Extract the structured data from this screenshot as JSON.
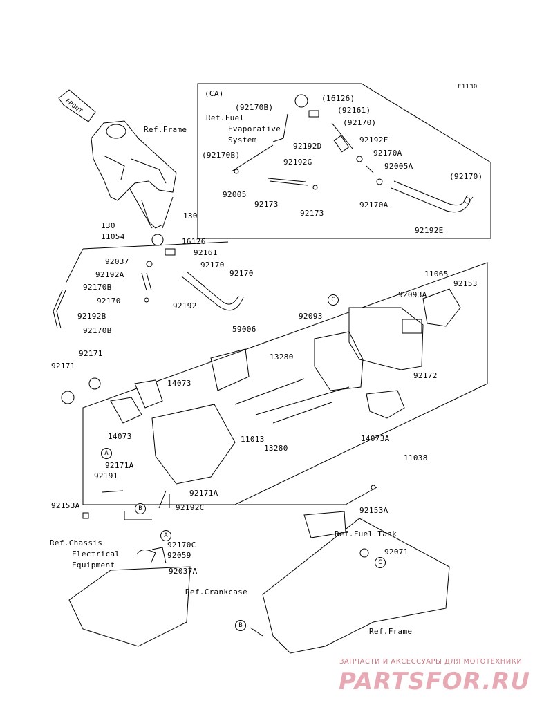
{
  "code": "E1130",
  "ca_title": "(CA)",
  "front_label": "FRONT",
  "refs": {
    "frame_top": "Ref.Frame",
    "fuel_evap_1": "Ref.Fuel",
    "fuel_evap_2": "Evaporative",
    "fuel_evap_3": "System",
    "fuel_tank": "Ref.Fuel Tank",
    "chassis_1": "Ref.Chassis",
    "chassis_2": "Electrical",
    "chassis_3": "Equipment",
    "crankcase": "Ref.Crankcase",
    "frame_bottom": "Ref.Frame"
  },
  "ca_parts": {
    "p16126": "(16126)",
    "p92170b_top": "(92170B)",
    "p92161": "(92161)",
    "p92170": "(92170)",
    "p92192d": "92192D",
    "p92192f": "92192F",
    "p92170b_left": "(92170B)",
    "p92192g": "92192G",
    "p92170a_1": "92170A",
    "p92005a": "92005A",
    "p92170_right": "(92170)",
    "p92005": "92005",
    "p92173_1": "92173",
    "p92173_2": "92173",
    "p92170a_2": "92170A",
    "p92192e": "92192E"
  },
  "parts": {
    "p130_r": "130",
    "p130_l": "130",
    "p11054": "11054",
    "p16126": "16126",
    "p92161": "92161",
    "p92037": "92037",
    "p92170_a": "92170",
    "p92192a": "92192A",
    "p92170b_1": "92170B",
    "p92170_b": "92170",
    "p92170_c": "92170",
    "p92192": "92192",
    "p92192b": "92192B",
    "p92170b_2": "92170B",
    "p11065": "11065",
    "p92153": "92153",
    "p92093a": "92093A",
    "p92093": "92093",
    "p59006": "59006",
    "p13280_1": "13280",
    "p92172": "92172",
    "p92171_1": "92171",
    "p92171_2": "92171",
    "p14073_1": "14073",
    "p14073_2": "14073",
    "p11013": "11013",
    "p13280_2": "13280",
    "p14073a": "14073A",
    "p11038": "11038",
    "p92171a_1": "92171A",
    "p92191": "92191",
    "p92171a_2": "92171A",
    "p92192c": "92192C",
    "p92153a_l": "92153A",
    "p92153a_r": "92153A",
    "p92170c": "92170C",
    "p92059": "92059",
    "p92037a": "92037A",
    "p92071": "92071"
  },
  "callouts": {
    "a1": "A",
    "a2": "A",
    "b1": "B",
    "b2": "B",
    "c1": "C",
    "c2": "C"
  },
  "watermark": {
    "line1": "ЗАПЧАСТИ И АКСЕССУАРЫ ДЛЯ МОТОТЕХНИКИ",
    "line2": "PARTSFOR.RU"
  }
}
